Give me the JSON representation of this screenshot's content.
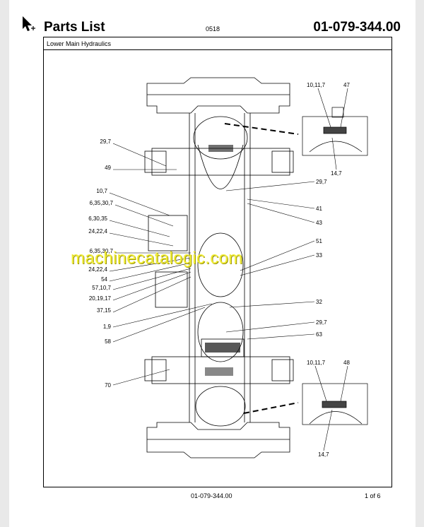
{
  "header": {
    "title": "Parts List",
    "code": "0518",
    "doc_number": "01-079-344.00"
  },
  "section_title": "Lower Main Hydraulics",
  "footer": {
    "doc_number": "01-079-344.00",
    "page": "1 of 6"
  },
  "watermark": "machinecatalogic.com",
  "callouts_left": [
    "29,7",
    "49",
    "10,7",
    "6,35,30,7",
    "6,30,35",
    "24,22,4",
    "6,35,30,7",
    "24,22,4",
    "54",
    "57,10,7",
    "20,19,17",
    "37,15",
    "1,9",
    "58",
    "70"
  ],
  "callouts_right": [
    "29,7",
    "41",
    "43",
    "51",
    "33",
    "32",
    "29,7",
    "63"
  ],
  "detail_top": {
    "a": "10,11,7",
    "b": "47",
    "c": "14,7"
  },
  "detail_bottom": {
    "a": "10,11,7",
    "b": "48",
    "c": "14,7"
  },
  "icons": {
    "cursor": "arrow-cursor-icon"
  }
}
